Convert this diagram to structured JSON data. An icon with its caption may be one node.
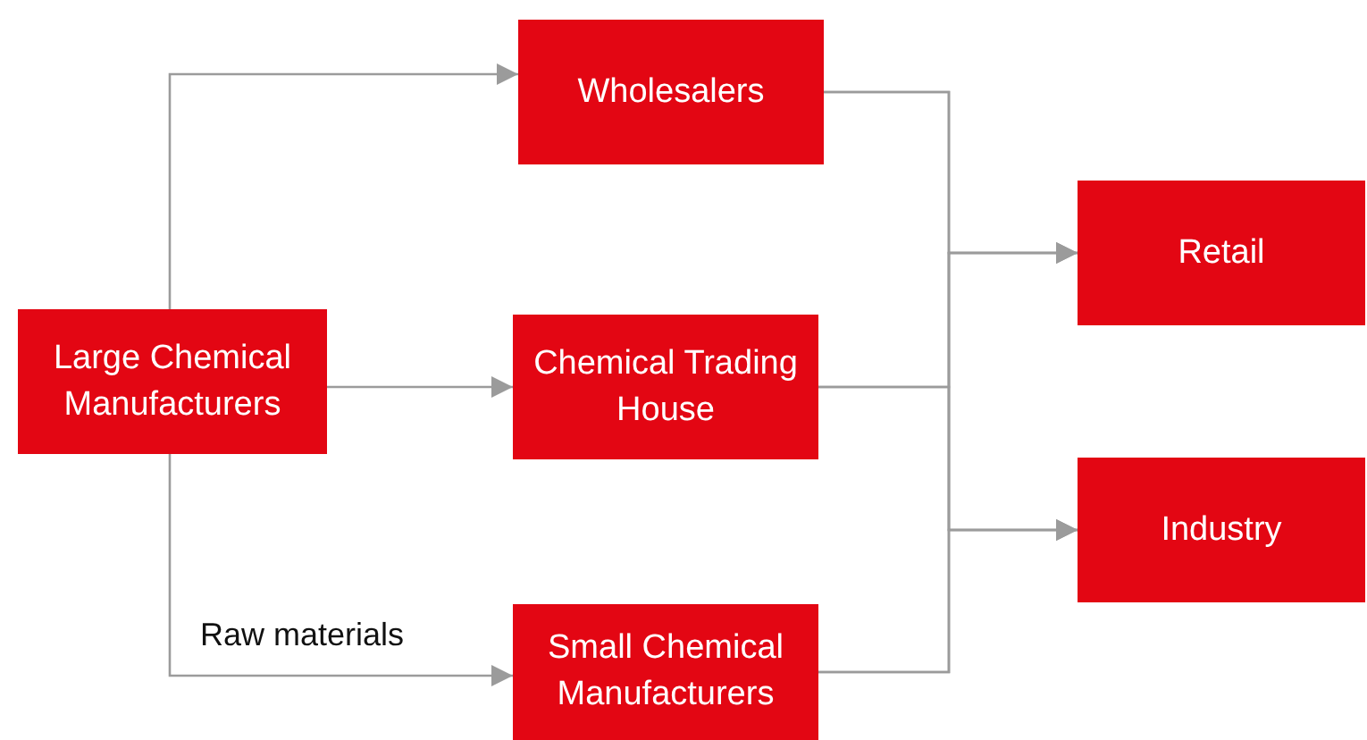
{
  "diagram": {
    "nodes": [
      {
        "text": [
          "Large Chemical Manufacturers"
        ]
      },
      {
        "text": [
          "Wholesalers"
        ]
      },
      {
        "text": [
          "Chemical Trading House"
        ]
      },
      {
        "text": [
          "Small Chemical Manufacturers"
        ]
      },
      {
        "text": [
          "Retail"
        ]
      },
      {
        "text": [
          "Industry"
        ]
      }
    ],
    "edges": [
      {
        "from": 0,
        "to": 1,
        "arrow": "to"
      },
      {
        "from": 0,
        "to": 2,
        "arrow": "to"
      },
      {
        "from": 0,
        "to": 3,
        "arrow": "to",
        "label": "Raw materials"
      },
      {
        "from": 1,
        "to": 4,
        "arrow": "to"
      },
      {
        "from": 1,
        "to": 5,
        "arrow": "to"
      },
      {
        "from": 2,
        "to": 4,
        "arrow": "to"
      },
      {
        "from": 2,
        "to": 5,
        "arrow": "to"
      },
      {
        "from": 3,
        "to": 4,
        "arrow": "to"
      },
      {
        "from": 3,
        "to": 5,
        "arrow": "to"
      }
    ]
  }
}
